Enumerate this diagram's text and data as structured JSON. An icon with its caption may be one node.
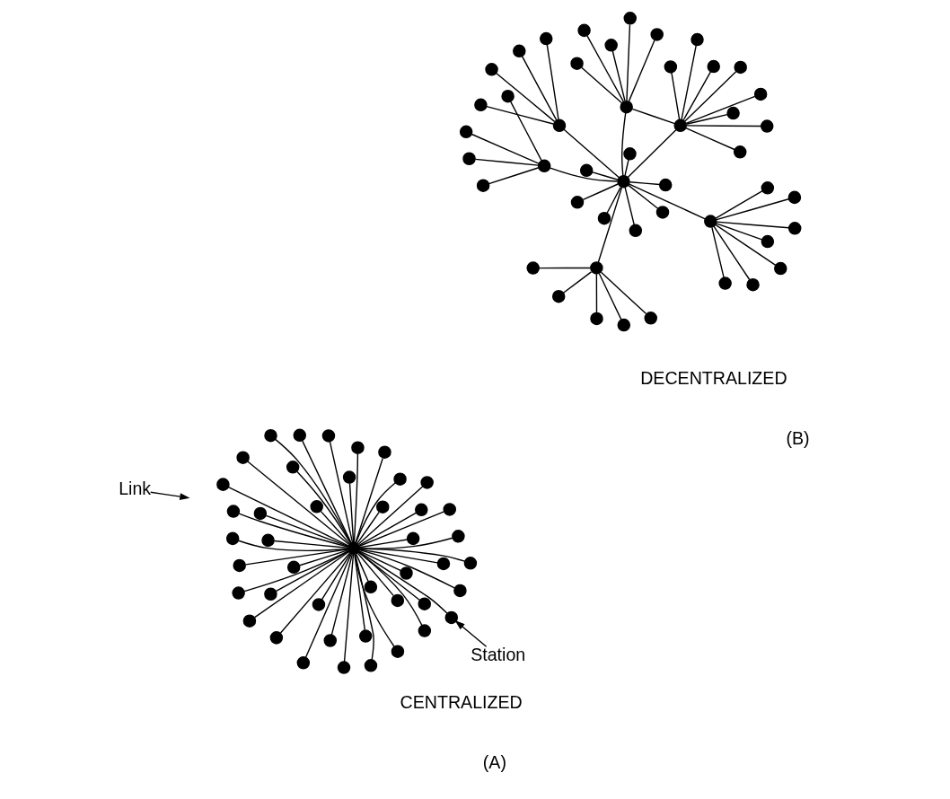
{
  "diagram": {
    "nodes": [
      {
        "text": [],
        "shape": "circle"
      },
      {
        "text": [],
        "shape": "circle"
      },
      {
        "text": [],
        "shape": "circle"
      },
      {
        "text": [],
        "shape": "circle"
      },
      {
        "text": [],
        "shape": "circle"
      },
      {
        "text": [],
        "shape": "circle"
      },
      {
        "text": [],
        "shape": "circle"
      },
      {
        "text": [],
        "shape": "circle"
      },
      {
        "text": [],
        "shape": "circle"
      },
      {
        "text": [],
        "shape": "circle"
      },
      {
        "text": [],
        "shape": "circle"
      },
      {
        "text": [],
        "shape": "circle"
      },
      {
        "text": [],
        "shape": "circle"
      },
      {
        "text": [],
        "shape": "circle"
      },
      {
        "text": [],
        "shape": "circle"
      },
      {
        "text": [],
        "shape": "circle"
      },
      {
        "text": [],
        "shape": "circle"
      },
      {
        "text": [],
        "shape": "circle"
      },
      {
        "text": [],
        "shape": "circle"
      },
      {
        "text": [],
        "shape": "circle"
      },
      {
        "text": [],
        "shape": "circle"
      },
      {
        "text": [],
        "shape": "circle"
      },
      {
        "text": [],
        "shape": "circle"
      },
      {
        "text": [],
        "shape": "circle"
      },
      {
        "text": [],
        "shape": "circle"
      },
      {
        "text": [],
        "shape": "circle"
      },
      {
        "text": [],
        "shape": "circle"
      },
      {
        "text": [],
        "shape": "circle"
      },
      {
        "text": [],
        "shape": "circle"
      },
      {
        "text": [],
        "shape": "circle"
      },
      {
        "text": [],
        "shape": "circle"
      },
      {
        "text": [],
        "shape": "circle"
      },
      {
        "text": [],
        "shape": "circle"
      },
      {
        "text": [],
        "shape": "circle"
      },
      {
        "text": [],
        "shape": "circle"
      },
      {
        "text": [],
        "shape": "circle"
      },
      {
        "text": [],
        "shape": "circle"
      },
      {
        "text": [],
        "shape": "circle"
      },
      {
        "text": [],
        "shape": "circle"
      },
      {
        "text": [],
        "shape": "circle"
      },
      {
        "text": [],
        "shape": "circle"
      },
      {
        "text": [],
        "shape": "circle"
      },
      {
        "text": [],
        "shape": "circle"
      },
      {
        "text": [],
        "shape": "circle"
      },
      {
        "text": [
          "Station"
        ]
      },
      {
        "text": [
          "Link"
        ]
      },
      {
        "text": [],
        "shape": "circle"
      },
      {
        "text": [],
        "shape": "circle"
      },
      {
        "text": [],
        "shape": "circle"
      },
      {
        "text": [],
        "shape": "circle"
      },
      {
        "text": [],
        "shape": "circle"
      },
      {
        "text": [],
        "shape": "circle"
      },
      {
        "text": [],
        "shape": "circle"
      },
      {
        "text": [],
        "shape": "circle"
      },
      {
        "text": [],
        "shape": "circle"
      },
      {
        "text": [],
        "shape": "circle"
      },
      {
        "text": [],
        "shape": "circle"
      },
      {
        "text": [],
        "shape": "circle"
      },
      {
        "text": [],
        "shape": "circle"
      },
      {
        "text": [],
        "shape": "circle"
      },
      {
        "text": [],
        "shape": "circle"
      },
      {
        "text": [],
        "shape": "circle"
      },
      {
        "text": [],
        "shape": "circle"
      },
      {
        "text": [],
        "shape": "circle"
      },
      {
        "text": [],
        "shape": "circle"
      },
      {
        "text": [],
        "shape": "circle"
      },
      {
        "text": [],
        "shape": "circle"
      },
      {
        "text": [],
        "shape": "circle"
      },
      {
        "text": [],
        "shape": "circle"
      },
      {
        "text": [],
        "shape": "circle"
      },
      {
        "text": [],
        "shape": "circle"
      },
      {
        "text": [],
        "shape": "circle"
      },
      {
        "text": [],
        "shape": "circle"
      },
      {
        "text": [],
        "shape": "circle"
      },
      {
        "text": [],
        "shape": "circle"
      },
      {
        "text": [],
        "shape": "circle"
      },
      {
        "text": [],
        "shape": "circle"
      },
      {
        "text": [],
        "shape": "circle"
      },
      {
        "text": [],
        "shape": "circle"
      },
      {
        "text": [],
        "shape": "circle"
      },
      {
        "text": [],
        "shape": "circle"
      },
      {
        "text": [],
        "shape": "circle"
      },
      {
        "text": [],
        "shape": "circle"
      },
      {
        "text": [],
        "shape": "circle"
      },
      {
        "text": [],
        "shape": "circle"
      },
      {
        "text": [],
        "shape": "circle"
      },
      {
        "text": [],
        "shape": "circle"
      },
      {
        "text": [],
        "shape": "circle"
      },
      {
        "text": [],
        "shape": "circle"
      },
      {
        "text": [],
        "shape": "circle"
      },
      {
        "text": [],
        "shape": "circle"
      },
      {
        "text": [],
        "shape": "circle"
      },
      {
        "text": [],
        "shape": "circle"
      }
    ],
    "edges": [
      {
        "from": 0,
        "to": 1,
        "arrow": "none"
      },
      {
        "from": 0,
        "to": 2,
        "arrow": "none"
      },
      {
        "from": 0,
        "to": 3,
        "arrow": "none"
      },
      {
        "from": 0,
        "to": 4,
        "arrow": "none"
      },
      {
        "from": 0,
        "to": 5,
        "arrow": "none"
      },
      {
        "from": 0,
        "to": 6,
        "arrow": "none"
      },
      {
        "from": 0,
        "to": 7,
        "arrow": "none"
      },
      {
        "from": 0,
        "to": 8,
        "arrow": "none"
      },
      {
        "from": 0,
        "to": 9,
        "arrow": "none"
      },
      {
        "from": 0,
        "to": 10,
        "arrow": "none"
      },
      {
        "from": 0,
        "to": 11,
        "arrow": "none"
      },
      {
        "from": 0,
        "to": 12,
        "arrow": "none"
      },
      {
        "from": 0,
        "to": 13,
        "arrow": "none"
      },
      {
        "from": 0,
        "to": 14,
        "arrow": "none"
      },
      {
        "from": 0,
        "to": 15,
        "arrow": "none"
      },
      {
        "from": 0,
        "to": 16,
        "arrow": "none"
      },
      {
        "from": 0,
        "to": 17,
        "arrow": "none"
      },
      {
        "from": 0,
        "to": 18,
        "arrow": "none"
      },
      {
        "from": 0,
        "to": 19,
        "arrow": "none"
      },
      {
        "from": 0,
        "to": 20,
        "arrow": "none"
      },
      {
        "from": 0,
        "to": 21,
        "arrow": "none"
      },
      {
        "from": 0,
        "to": 22,
        "arrow": "none"
      },
      {
        "from": 0,
        "to": 23,
        "arrow": "none"
      },
      {
        "from": 0,
        "to": 24,
        "arrow": "none"
      },
      {
        "from": 0,
        "to": 25,
        "arrow": "none"
      },
      {
        "from": 0,
        "to": 26,
        "arrow": "none"
      },
      {
        "from": 0,
        "to": 27,
        "arrow": "none"
      },
      {
        "from": 0,
        "to": 28,
        "arrow": "none"
      },
      {
        "from": 0,
        "to": 29,
        "arrow": "none"
      },
      {
        "from": 0,
        "to": 30,
        "arrow": "none"
      },
      {
        "from": 0,
        "to": 31,
        "arrow": "none"
      },
      {
        "from": 0,
        "to": 32,
        "arrow": "none"
      },
      {
        "from": 0,
        "to": 33,
        "arrow": "none"
      },
      {
        "from": 0,
        "to": 34,
        "arrow": "none"
      },
      {
        "from": 0,
        "to": 35,
        "arrow": "none"
      },
      {
        "from": 0,
        "to": 36,
        "arrow": "none"
      },
      {
        "from": 0,
        "to": 37,
        "arrow": "none"
      },
      {
        "from": 0,
        "to": 38,
        "arrow": "none"
      },
      {
        "from": 0,
        "to": 39,
        "arrow": "none"
      },
      {
        "from": 0,
        "to": 40,
        "arrow": "none"
      },
      {
        "from": 0,
        "to": 41,
        "arrow": "none"
      },
      {
        "from": 0,
        "to": 42,
        "arrow": "none"
      },
      {
        "from": 0,
        "to": 43,
        "arrow": "none"
      },
      {
        "from": 44,
        "to": 43,
        "arrow": "to"
      },
      {
        "from": 45,
        "to": null,
        "arrow": "to"
      },
      {
        "from": 46,
        "to": 47,
        "arrow": "none"
      },
      {
        "from": 46,
        "to": 48,
        "arrow": "none"
      },
      {
        "from": 46,
        "to": 49,
        "arrow": "none"
      },
      {
        "from": 46,
        "to": 50,
        "arrow": "none"
      },
      {
        "from": 46,
        "to": 51,
        "arrow": "none"
      },
      {
        "from": 46,
        "to": 52,
        "arrow": "none"
      },
      {
        "from": 46,
        "to": 53,
        "arrow": "none"
      },
      {
        "from": 46,
        "to": 54,
        "arrow": "none"
      },
      {
        "from": 55,
        "to": 56,
        "arrow": "none"
      },
      {
        "from": 55,
        "to": 57,
        "arrow": "none"
      },
      {
        "from": 55,
        "to": 58,
        "arrow": "none"
      },
      {
        "from": 55,
        "to": 59,
        "arrow": "none"
      },
      {
        "from": 55,
        "to": 60,
        "arrow": "none"
      },
      {
        "from": 61,
        "to": 62,
        "arrow": "none"
      },
      {
        "from": 61,
        "to": 63,
        "arrow": "none"
      },
      {
        "from": 61,
        "to": 64,
        "arrow": "none"
      },
      {
        "from": 61,
        "to": 65,
        "arrow": "none"
      },
      {
        "from": 61,
        "to": 66,
        "arrow": "none"
      },
      {
        "from": 61,
        "to": 67,
        "arrow": "none"
      },
      {
        "from": 61,
        "to": 68,
        "arrow": "none"
      },
      {
        "from": 69,
        "to": 70,
        "arrow": "none"
      },
      {
        "from": 69,
        "to": 71,
        "arrow": "none"
      },
      {
        "from": 69,
        "to": 72,
        "arrow": "none"
      },
      {
        "from": 69,
        "to": 73,
        "arrow": "none"
      },
      {
        "from": 69,
        "to": 74,
        "arrow": "none"
      },
      {
        "from": 69,
        "to": 75,
        "arrow": "none"
      },
      {
        "from": 69,
        "to": 76,
        "arrow": "none"
      },
      {
        "from": 77,
        "to": 78,
        "arrow": "none"
      },
      {
        "from": 77,
        "to": 79,
        "arrow": "none"
      },
      {
        "from": 77,
        "to": 80,
        "arrow": "none"
      },
      {
        "from": 77,
        "to": 81,
        "arrow": "none"
      },
      {
        "from": 82,
        "to": 83,
        "arrow": "none"
      },
      {
        "from": 82,
        "to": 84,
        "arrow": "none"
      },
      {
        "from": 82,
        "to": 85,
        "arrow": "none"
      },
      {
        "from": 82,
        "to": 86,
        "arrow": "none"
      },
      {
        "from": 82,
        "to": 87,
        "arrow": "none"
      },
      {
        "from": 88,
        "to": 89,
        "arrow": "none"
      },
      {
        "from": 88,
        "to": 90,
        "arrow": "none"
      },
      {
        "from": 88,
        "to": 91,
        "arrow": "none"
      },
      {
        "from": 88,
        "to": 92,
        "arrow": "none"
      },
      {
        "from": 46,
        "to": 55,
        "arrow": "none"
      },
      {
        "from": 46,
        "to": 61,
        "arrow": "none"
      },
      {
        "from": 55,
        "to": 61,
        "arrow": "none"
      },
      {
        "from": 61,
        "to": 69,
        "arrow": "none"
      },
      {
        "from": 61,
        "to": 77,
        "arrow": "none"
      },
      {
        "from": 61,
        "to": 82,
        "arrow": "none"
      },
      {
        "from": 61,
        "to": 88,
        "arrow": "none"
      }
    ],
    "labels": [
      "CENTRALIZED",
      "(A)",
      "DECENTRALIZED",
      "(B)"
    ]
  }
}
